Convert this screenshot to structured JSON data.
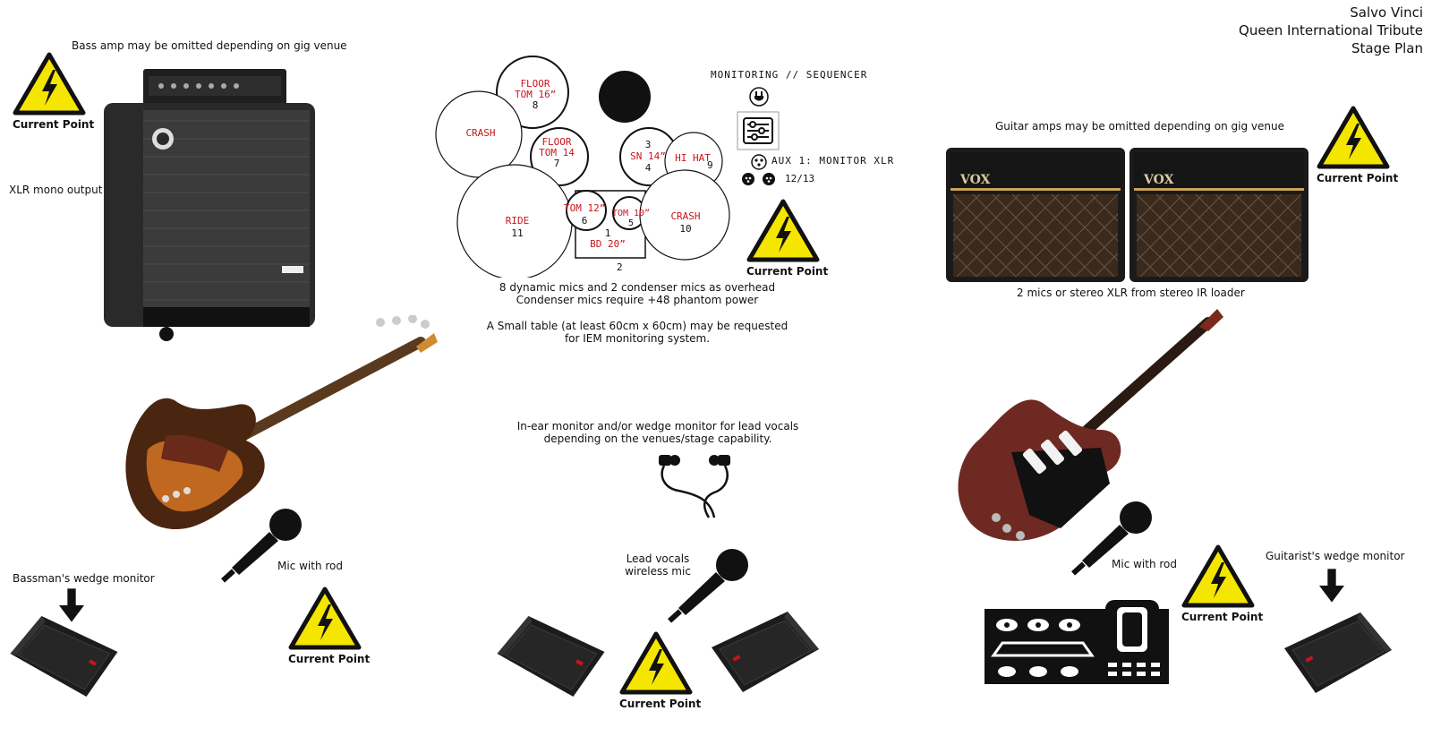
{
  "header": {
    "band_name": "Salvo Vinci",
    "band_subtitle": "Queen International Tribute",
    "doc_title": "Stage Plan"
  },
  "hazard_label": "Current Point",
  "bass": {
    "amp_note": "Bass amp may be omitted depending on gig venue",
    "xlr_note": "XLR mono output",
    "wedge_label": "Bassman's wedge monitor",
    "mic_label": "Mic with rod"
  },
  "drums": {
    "pieces": [
      {
        "name": "FLOOR",
        "name2": "TOM 16”",
        "ch": "8"
      },
      {
        "name": "CRASH",
        "name2": "",
        "ch": ""
      },
      {
        "name": "FLOOR",
        "name2": "TOM 14",
        "ch": "7"
      },
      {
        "name": "SN 14”",
        "name2": "",
        "ch": "4",
        "ch_top": "3"
      },
      {
        "name": "HI HAT",
        "name2": "",
        "ch": "9"
      },
      {
        "name": "RIDE",
        "name2": "",
        "ch": "11"
      },
      {
        "name": "TOM 12”",
        "name2": "",
        "ch": "6"
      },
      {
        "name": "TOM 10”",
        "name2": "",
        "ch": "5"
      },
      {
        "name": "CRASH",
        "name2": "",
        "ch": "10"
      },
      {
        "name": "BD 20”",
        "name2": "",
        "ch": "1",
        "ch_bottom": "2"
      }
    ],
    "monitoring_title": "MONITORING // SEQUENCER",
    "aux_label": "AUX 1: MONITOR XLR",
    "seq_channels": "12/13",
    "mics_note_1": "8 dynamic mics and 2 condenser mics as overhead",
    "mics_note_2": "Condenser mics require +48 phantom power",
    "table_note_1": "A Small table (at least 60cm x 60cm) may be requested",
    "table_note_2": "for IEM monitoring system."
  },
  "vocals": {
    "iem_note_1": "In-ear monitor and/or wedge monitor for lead vocals",
    "iem_note_2": "depending on the venues/stage capability.",
    "mic_label_1": "Lead vocals",
    "mic_label_2": "wireless mic"
  },
  "guitar": {
    "amp_note": "Guitar amps may be omitted depending on gig venue",
    "amp_brand": "VOX",
    "mics_note": "2 mics or stereo XLR from stereo IR loader",
    "mic_label": "Mic with rod",
    "wedge_label": "Guitarist's wedge monitor"
  },
  "colors": {
    "hazard_yellow": "#f5e600",
    "drum_red": "#c8151b",
    "amp_dark": "#2a2a2a"
  }
}
